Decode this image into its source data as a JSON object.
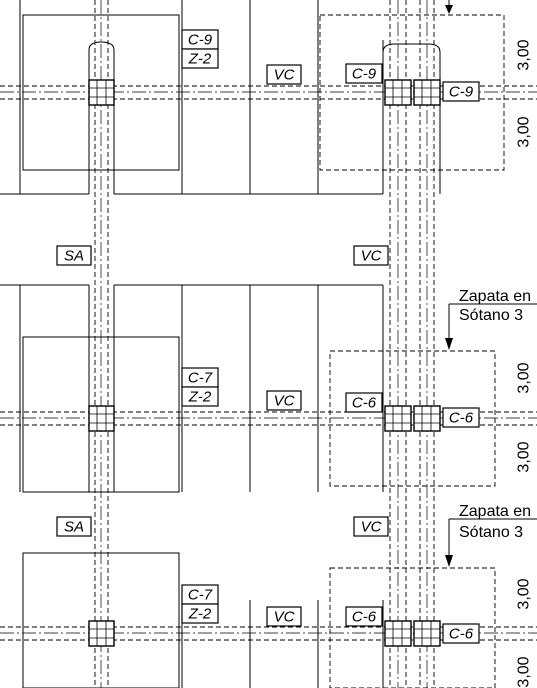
{
  "labels": {
    "c9": "C-9",
    "c7": "C-7",
    "c6": "C-6",
    "z2": "Z-2",
    "vc": "VC",
    "sa": "SA"
  },
  "dimension": "3,00",
  "note": {
    "line1": "Zapata en",
    "line2": "Sótano 3"
  }
}
